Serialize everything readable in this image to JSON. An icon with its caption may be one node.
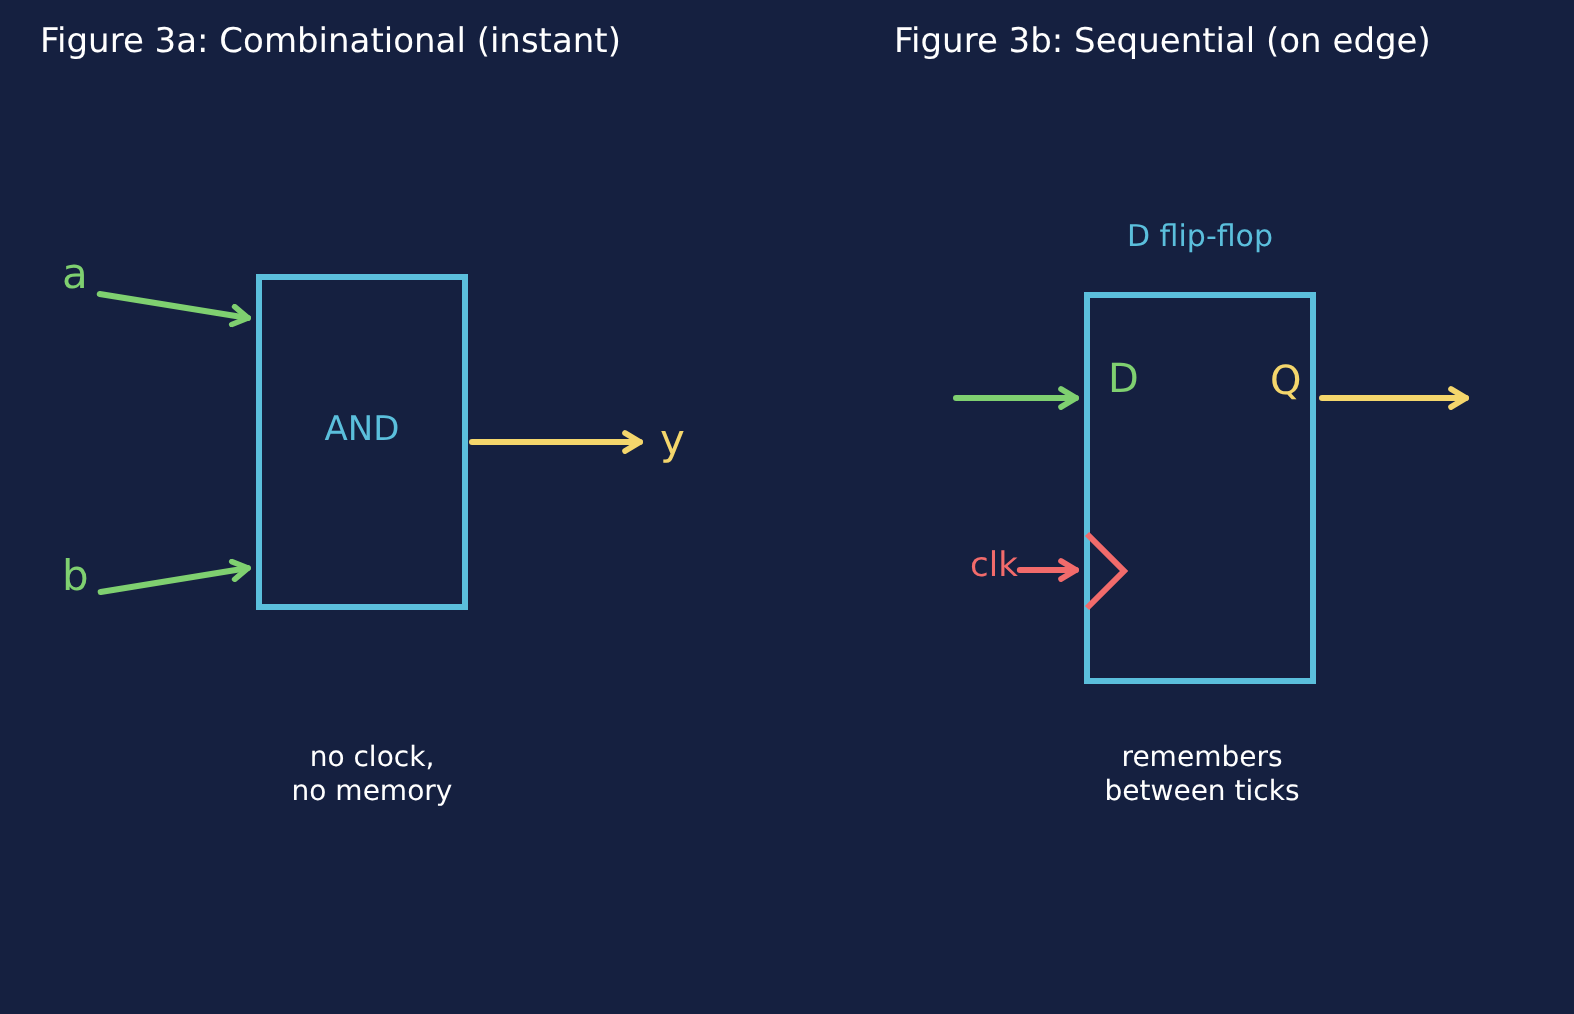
{
  "diagram": {
    "nodes": [
      {
        "text": [
          "a"
        ]
      },
      {
        "text": [
          "b"
        ]
      },
      {
        "text": [
          "AND"
        ]
      },
      {
        "text": [
          "y"
        ]
      },
      {
        "text": [
          "D flip-flop"
        ]
      },
      {
        "text": [
          "clk"
        ]
      }
    ],
    "edges": [
      {
        "from": 0,
        "to": 2,
        "arrow": "to",
        "color": "#7fd070"
      },
      {
        "from": 1,
        "to": 2,
        "arrow": "to",
        "color": "#7fd070"
      },
      {
        "from": 2,
        "to": 3,
        "arrow": "to",
        "color": "#f4d66c"
      },
      {
        "from": null,
        "to": 4,
        "arrow": "to",
        "color": "#7fd070"
      },
      {
        "from": 4,
        "to": null,
        "arrow": "to",
        "color": "#f4d66c"
      },
      {
        "from": 5,
        "to": 4,
        "arrow": "to",
        "color": "#f26b6b"
      }
    ],
    "labels": [
      "Figure 3a: Combinational (instant)",
      "Figure 3b: Sequential (on edge)",
      "D",
      "Q",
      "no clock, no memory",
      "remembers between ticks"
    ]
  }
}
